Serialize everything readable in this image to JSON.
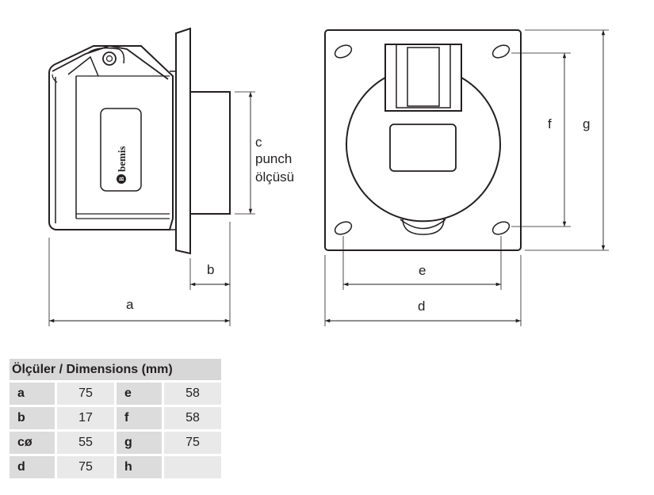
{
  "brand": "bemis",
  "labels": {
    "a": "a",
    "b": "b",
    "c_line1": "c",
    "c_line2": "punch",
    "c_line3": "ölçüsü",
    "d": "d",
    "e": "e",
    "f": "f",
    "g": "g"
  },
  "table": {
    "header": "Ölçüler / Dimensions (mm)",
    "rows": [
      {
        "k1": "a",
        "v1": "75",
        "k2": "e",
        "v2": "58"
      },
      {
        "k1": "b",
        "v1": "17",
        "k2": "f",
        "v2": "58"
      },
      {
        "k1": "cø",
        "v1": "55",
        "k2": "g",
        "v2": "75"
      },
      {
        "k1": "d",
        "v1": "75",
        "k2": "h",
        "v2": ""
      }
    ]
  }
}
